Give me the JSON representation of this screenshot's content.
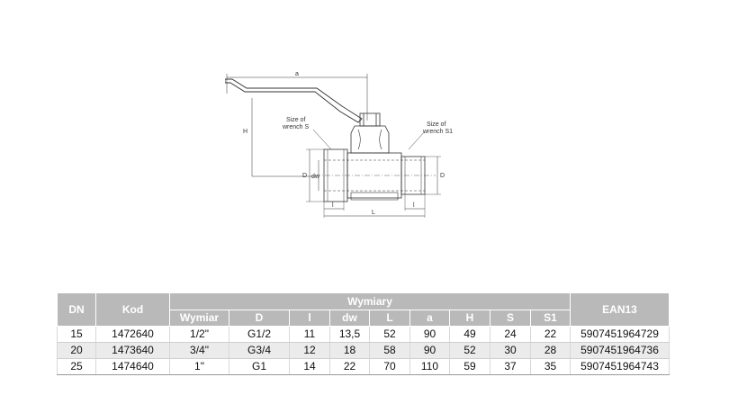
{
  "drawing": {
    "label_a": "a",
    "label_H": "H",
    "label_D_left": "D",
    "label_dw": "dw",
    "label_D_right": "D",
    "label_l": "l",
    "label_L": "L",
    "label_l_right": "l",
    "wrench_S_line1": "Size of",
    "wrench_S_line2": "wrench S",
    "wrench_S1_line1": "Size of",
    "wrench_S1_line2": "wrench S1"
  },
  "table": {
    "header_dn": "DN",
    "header_kod": "Kod",
    "header_wymiary": "Wymiary",
    "header_ean": "EAN13",
    "subheaders": [
      "Wymiar",
      "D",
      "l",
      "dw",
      "L",
      "a",
      "H",
      "S",
      "S1"
    ],
    "rows": [
      [
        "15",
        "1472640",
        "1/2\"",
        "G1/2",
        "11",
        "13,5",
        "52",
        "90",
        "49",
        "24",
        "22",
        "5907451964729"
      ],
      [
        "20",
        "1473640",
        "3/4\"",
        "G3/4",
        "12",
        "18",
        "58",
        "90",
        "52",
        "30",
        "28",
        "5907451964736"
      ],
      [
        "25",
        "1474640",
        "1\"",
        "G1",
        "14",
        "22",
        "70",
        "110",
        "59",
        "37",
        "35",
        "5907451964743"
      ]
    ]
  }
}
